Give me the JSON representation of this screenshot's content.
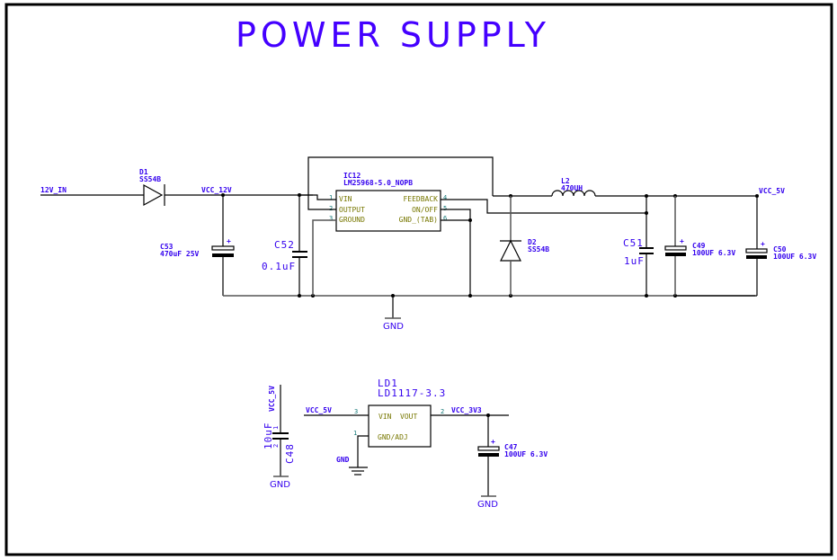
{
  "title": "POWER SUPPLY",
  "nets": {
    "in_12v": "12V_IN",
    "vcc_12v": "VCC_12V",
    "vcc_5v": "VCC_5V",
    "vcc_5v_ldo": "VCC_5V",
    "vcc_5v_c48": "VCC_5V",
    "vcc_3v3": "VCC_3V3",
    "gnd_main": "GND",
    "gnd_c48": "GND",
    "gnd_ldo": "GND",
    "gnd_c47": "GND"
  },
  "components": {
    "D1": {
      "ref": "D1",
      "value": "SS54B"
    },
    "D2": {
      "ref": "D2",
      "value": "SS54B"
    },
    "L2": {
      "ref": "L2",
      "value": "470UH"
    },
    "C53": {
      "ref": "C53",
      "value": "470uF 25V"
    },
    "C52": {
      "ref": "C52",
      "value": "0.1uF"
    },
    "C51": {
      "ref": "C51",
      "value": "1uF"
    },
    "C49": {
      "ref": "C49",
      "value": "100UF 6.3V"
    },
    "C50": {
      "ref": "C50",
      "value": "100UF 6.3V"
    },
    "C48": {
      "ref": "C48",
      "value": "10uF",
      "pin1": "1",
      "pin2": "2"
    },
    "C47": {
      "ref": "C47",
      "value": "100UF 6.3V"
    },
    "IC12": {
      "ref": "IC12",
      "value": "LM25968-5.0_NOPB",
      "pins": [
        {
          "num": "1",
          "name": "VIN"
        },
        {
          "num": "2",
          "name": "OUTPUT"
        },
        {
          "num": "3",
          "name": "GROUND"
        },
        {
          "num": "4",
          "name": "FEEDBACK"
        },
        {
          "num": "5",
          "name": "ON/OFF"
        },
        {
          "num": "6",
          "name": "GND_(TAB)"
        }
      ]
    },
    "LD1": {
      "ref": "LD1",
      "value": "LD1117-3.3",
      "pins": [
        {
          "num": "3",
          "name": "VIN"
        },
        {
          "num": "2",
          "name": "VOUT"
        },
        {
          "num": "1",
          "name": "GND/ADJ"
        }
      ]
    }
  },
  "colors": {
    "label": "#3300ee",
    "title": "#4400ff",
    "pin_name": "#777700",
    "pin_number": "#117777",
    "wire": "#000000"
  }
}
